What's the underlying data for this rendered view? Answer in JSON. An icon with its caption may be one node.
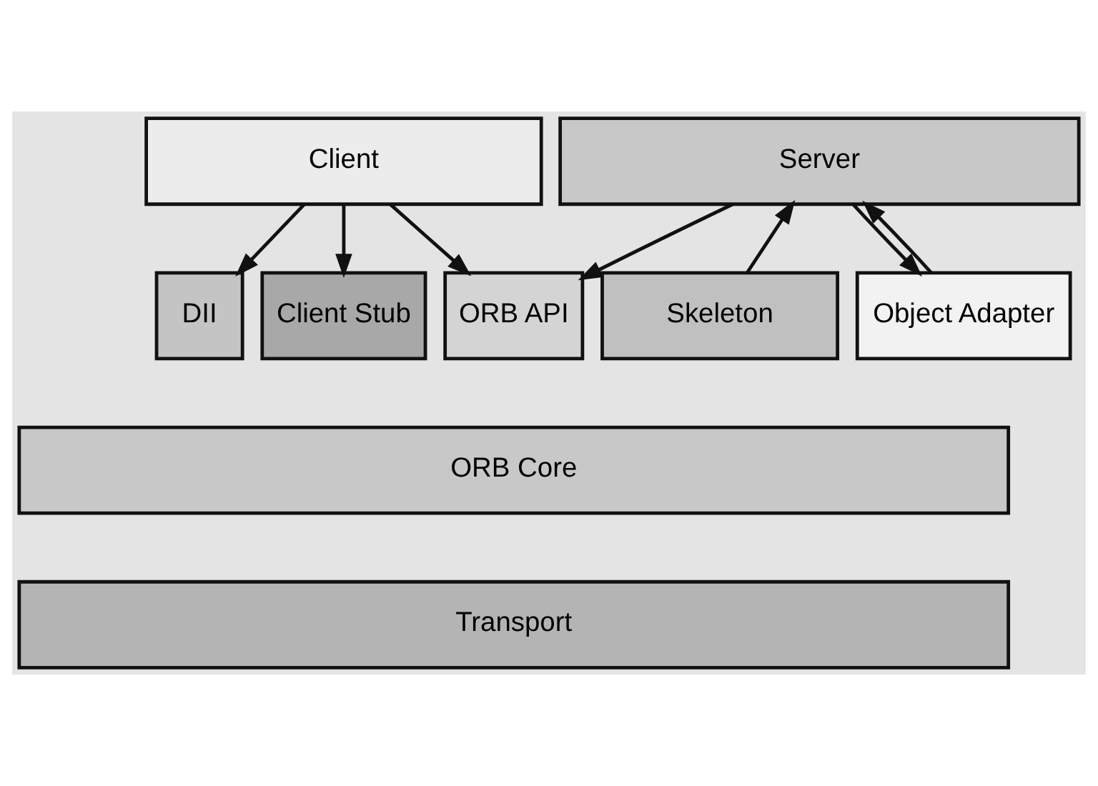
{
  "diagram": {
    "nodes": [
      {
        "text": [
          "Client"
        ]
      },
      {
        "text": [
          "Server"
        ]
      },
      {
        "text": [
          "DII"
        ]
      },
      {
        "text": [
          "Client Stub"
        ]
      },
      {
        "text": [
          "ORB API"
        ]
      },
      {
        "text": [
          "Skeleton"
        ]
      },
      {
        "text": [
          "Object Adapter"
        ]
      },
      {
        "text": [
          "ORB Core"
        ]
      },
      {
        "text": [
          "Transport"
        ]
      }
    ],
    "edges": [
      {
        "from": 0,
        "to": 2,
        "arrow": "to"
      },
      {
        "from": 0,
        "to": 3,
        "arrow": "to"
      },
      {
        "from": 0,
        "to": 4,
        "arrow": "to"
      },
      {
        "from": 1,
        "to": 4,
        "arrow": "to"
      },
      {
        "from": 5,
        "to": 1,
        "arrow": "to"
      },
      {
        "from": 1,
        "to": 6,
        "arrow": "to"
      },
      {
        "from": 6,
        "to": 1,
        "arrow": "to"
      }
    ]
  }
}
